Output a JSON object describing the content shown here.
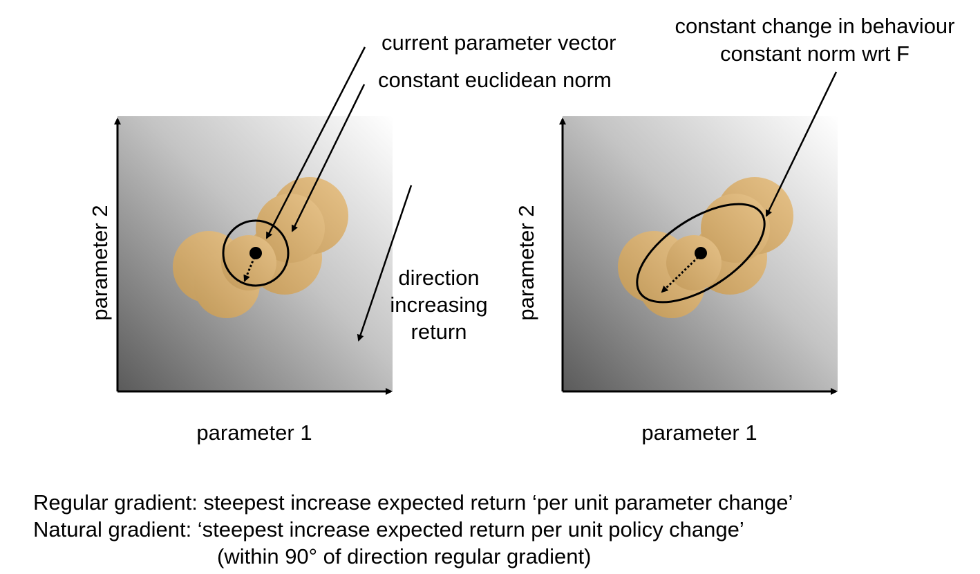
{
  "left_panel": {
    "x_axis_label": "parameter 1",
    "y_axis_label": "parameter 2",
    "annotations": {
      "current_parameter_vector": "current parameter vector",
      "constant_euclidean_norm": "constant euclidean norm",
      "direction_line1": "direction",
      "direction_line2": "increasing",
      "direction_line3": "return"
    }
  },
  "right_panel": {
    "x_axis_label": "parameter 1",
    "y_axis_label": "parameter 2",
    "annotations": {
      "constant_change_line1": "constant change in behaviour",
      "constant_change_line2": "constant norm wrt F"
    }
  },
  "captions": {
    "line1": "Regular gradient: steepest increase expected return ‘per unit parameter change’",
    "line2": "Natural gradient: ‘steepest increase expected return per unit policy change’",
    "line3": "(within 90° of direction regular gradient)"
  },
  "colors": {
    "blob": "#d9a964",
    "gradient_light": "#ffffff",
    "gradient_dark": "#5a5a5a"
  }
}
